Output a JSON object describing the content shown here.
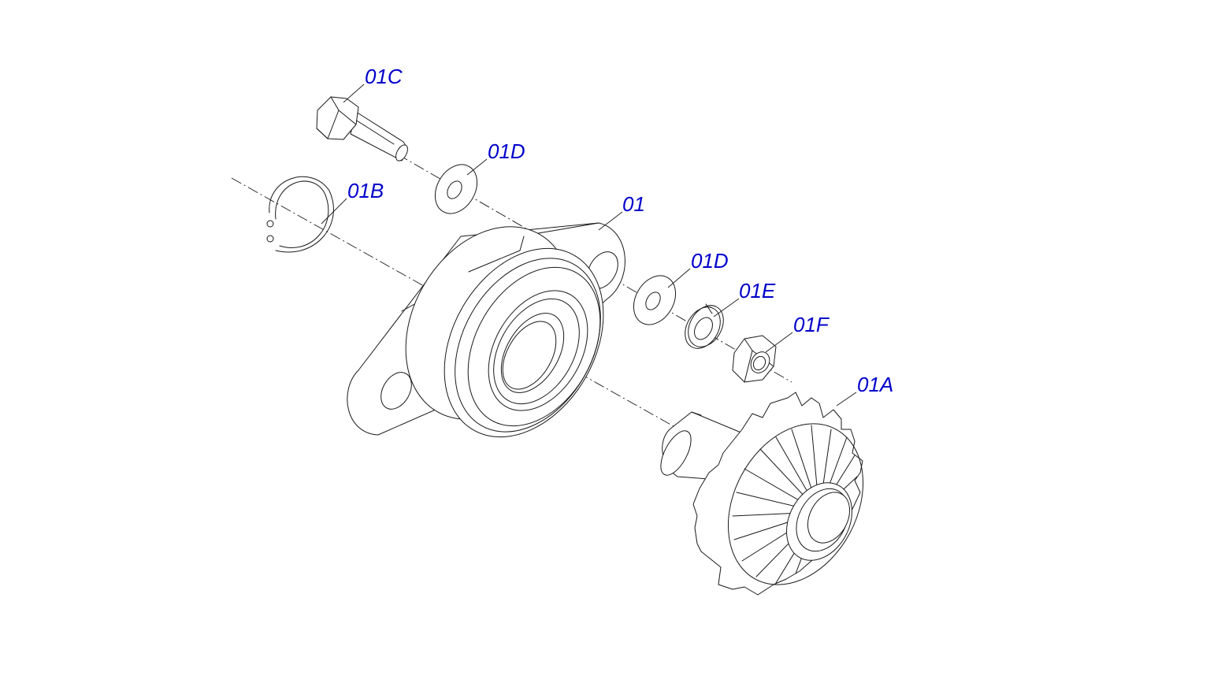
{
  "diagram": {
    "callout_color": "#0000cc",
    "callouts": [
      {
        "id": "01C",
        "label": "01C"
      },
      {
        "id": "01D-upper",
        "label": "01D"
      },
      {
        "id": "01B",
        "label": "01B"
      },
      {
        "id": "01",
        "label": "01"
      },
      {
        "id": "01D-lower",
        "label": "01D"
      },
      {
        "id": "01E",
        "label": "01E"
      },
      {
        "id": "01F",
        "label": "01F"
      },
      {
        "id": "01A",
        "label": "01A"
      }
    ]
  }
}
